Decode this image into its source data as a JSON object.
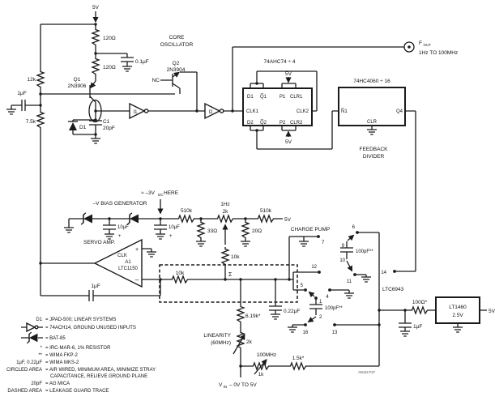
{
  "title_ref": "AN113 F27",
  "supply": {
    "v5": "5V"
  },
  "core_oscillator": {
    "title1": "CORE",
    "title2": "OSCILLATOR",
    "r_top": "120Ω",
    "r_mid": "120Ω",
    "c_bypass": "0.1μF",
    "q1_ref": "Q1",
    "q1_part": "2N3906",
    "r_base": "12k",
    "c_in": "1μF",
    "r_lower": "7.5k",
    "d1_ref": "D1",
    "c1_ref": "C1",
    "c1_val": "20pF",
    "nc": "NC",
    "q2_ref": "Q2",
    "q2_part": "2N3904",
    "inv1": "I1",
    "inv2": "I2"
  },
  "divider": {
    "ff_title": "74AHC74 ÷ 4",
    "pins": {
      "d1": "D1",
      "q1b": "Q̅1",
      "p1": "P1",
      "clr1": "CLR1",
      "clk1": "CLK1",
      "clk2": "CLK2",
      "d2": "D2",
      "q2b": "Q̅2",
      "p2": "P2",
      "clr2": "CLR2"
    },
    "counter_title": "74HC4060 ÷ 16",
    "counter_pins": {
      "n1b": "N̅1",
      "q4": "Q4",
      "clr": "CLR"
    },
    "feedback1": "FEEDBACK",
    "feedback2": "DIVIDER"
  },
  "output": {
    "f": "F",
    "f_sub": "OUT",
    "range": "1Hz TO 100MHz"
  },
  "bias": {
    "title": "–V BIAS GENERATOR",
    "hint_pre": "≈ –3V",
    "hint_sub": "DC",
    "hint_post": "HERE",
    "c1": "10μF",
    "c2": "10μF",
    "plus": "+",
    "r1": "510k",
    "r2": "510k",
    "r33": "33Ω",
    "r20": "20Ω",
    "pot_label": "1Hz",
    "pot_val": "2k",
    "r10k": "10k"
  },
  "servo": {
    "title": "SERVO AMP.",
    "clk": "CLK",
    "ref": "A1",
    "part": "LTC1150",
    "plus": "+",
    "minus": "–",
    "c_fb": "1μF",
    "r_sum": "10k",
    "sigma": "Σ"
  },
  "charge_pump": {
    "title": "CHARGE PUMP",
    "part": "LTC6943",
    "c_fly1": "100pF**",
    "c_fly2": "100pF**",
    "c_int": "0.22μF",
    "pins": {
      "p7": "7",
      "p6": "6",
      "p9": "9",
      "p10": "10",
      "p11": "11",
      "p12": "12",
      "p5": "5",
      "p1": "1",
      "p2": "2",
      "p16": "16",
      "p4": "4",
      "p13": "13",
      "p14": "14"
    }
  },
  "tune": {
    "r_gain": "6.19k*",
    "lin1": "LINEARITY",
    "lin2": "(60MHz)",
    "lin_val": "2k",
    "hf_label": "100MHz",
    "hf_val": "1k",
    "r_in": "1.5k*",
    "vin_pre": "V",
    "vin_sub": "IN",
    "vin_post": "– 0V TO 5V"
  },
  "reference": {
    "r": "100Ω*",
    "part": "LT1460",
    "volt": "2.5V",
    "out": "5V",
    "c": "1μF"
  },
  "notes": [
    {
      "label": "D1",
      "text": "=  JPAD-500; LINEAR SYSTEMS"
    },
    {
      "label": "",
      "text": "=  74ACH14, GROUND UNUSED INPUTS"
    },
    {
      "label": "",
      "text": "=  BAT-85"
    },
    {
      "label": "*",
      "text": "=  IRC-MAR-6, 1% RESISTOR"
    },
    {
      "label": "**",
      "text": "=  WIMA FKP-2"
    },
    {
      "label": "1μF, 0.22μF",
      "text": "=  WIMA MKS-2"
    },
    {
      "label": "CIRCLED AREA",
      "text": "=  AIR WIRED, MINIMUM AREA, MINIMIZE STRAY"
    },
    {
      "label": "",
      "text": "CAPACITANCE, RELIEVE GROUND PLANE"
    },
    {
      "label": "20pF",
      "text": "=  AG MICA"
    },
    {
      "label": "DASHED AREA",
      "text": "=  LEAKAGE GUARD TRACE"
    }
  ]
}
